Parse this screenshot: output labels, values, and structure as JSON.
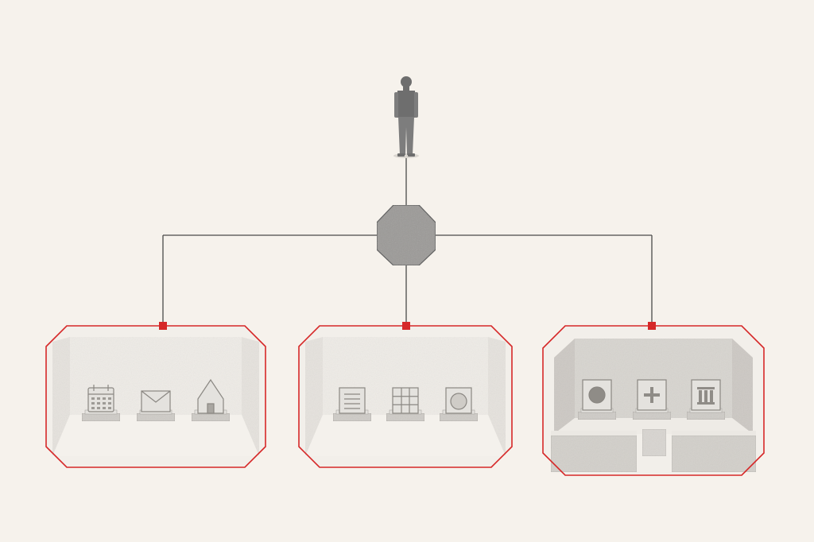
{
  "colors": {
    "background": "#f6f2ec",
    "connector": "#4a4a4a",
    "accent": "#d62828",
    "stone_light": "#e4e2de",
    "stone_mid": "#cfccc7",
    "stone_dark": "#a9a6a1",
    "figure": "#6e6e6e",
    "hub": "#9b9a97"
  },
  "diagram": {
    "root": {
      "icon": "standing-person-icon"
    },
    "hub": {
      "icon": "octagon-hub-icon"
    },
    "groups": [
      {
        "name": "left-room",
        "style": "open",
        "items": [
          {
            "icon": "calendar-icon"
          },
          {
            "icon": "envelope-icon"
          },
          {
            "icon": "house-icon"
          }
        ]
      },
      {
        "name": "middle-room",
        "style": "open",
        "items": [
          {
            "icon": "document-lines-icon"
          },
          {
            "icon": "grid-icon"
          },
          {
            "icon": "circle-icon"
          }
        ]
      },
      {
        "name": "right-room",
        "style": "walled",
        "items": [
          {
            "icon": "pie-chart-icon"
          },
          {
            "icon": "plus-icon"
          },
          {
            "icon": "columns-icon"
          }
        ]
      }
    ]
  }
}
